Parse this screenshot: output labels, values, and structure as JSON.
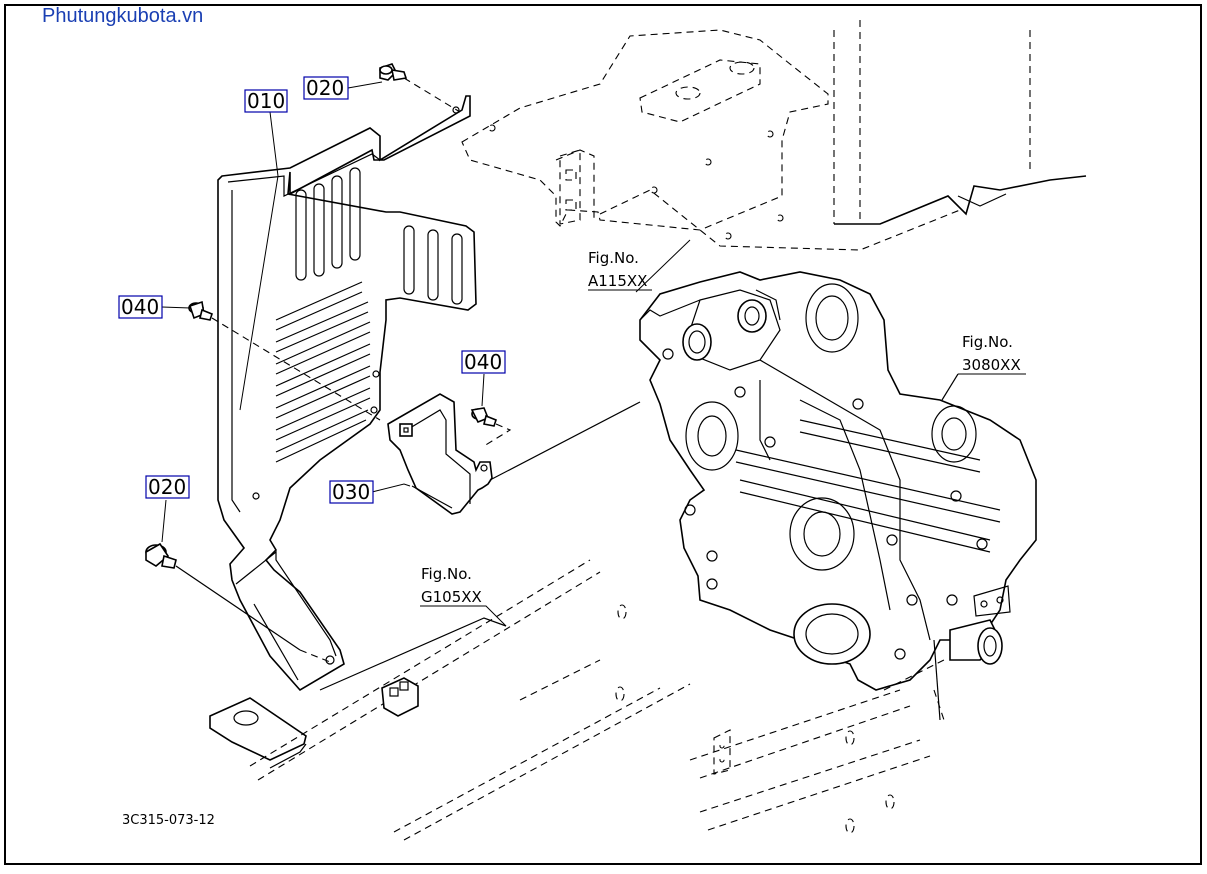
{
  "site_watermark": "Phutungkubota.vn",
  "part_labels": {
    "p010": "010",
    "p020_top": "020",
    "p020_bottom": "020",
    "p030": "030",
    "p040_left": "040",
    "p040_right": "040"
  },
  "figure_refs": {
    "a115": {
      "line1": "Fig.No.",
      "line2": "A115XX"
    },
    "f3080": {
      "line1": "Fig.No.",
      "line2": "3080XX"
    },
    "g105": {
      "line1": "Fig.No.",
      "line2": "G105XX"
    }
  },
  "drawing_id": "3C315-073-12",
  "colors": {
    "watermark": "#1a3fb3",
    "label_box_border": "#0000aa",
    "line": "#000000"
  }
}
